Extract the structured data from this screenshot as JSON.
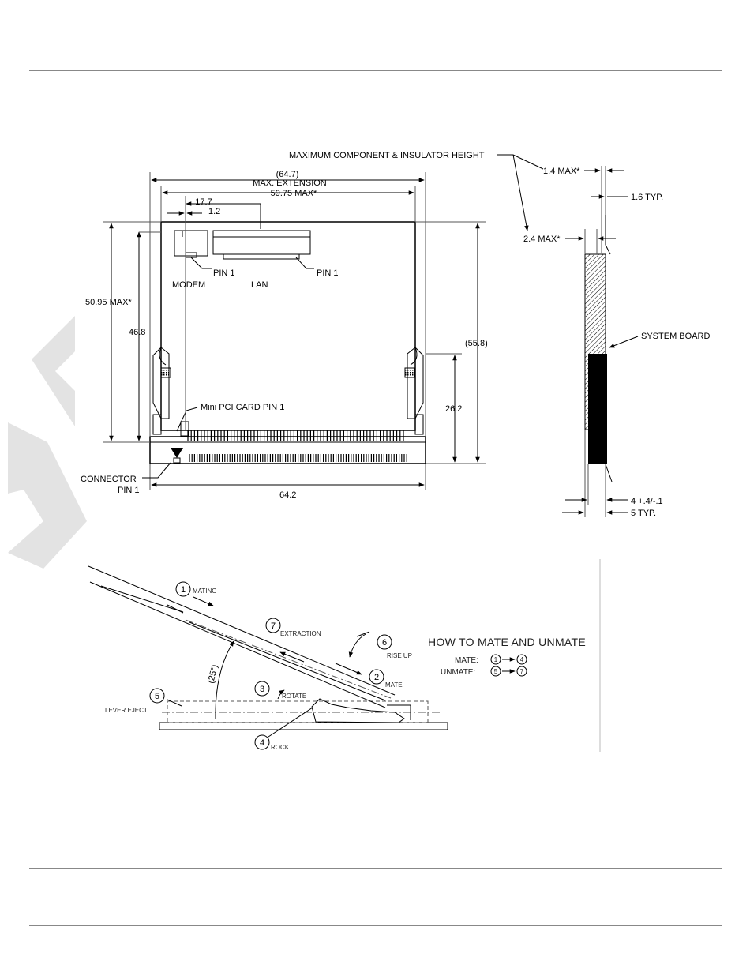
{
  "dimensions": {
    "ext_paren": "(64.7)",
    "max_extension": "MAX. EXTENSION",
    "w_5975": "59.75 MAX*",
    "d_177": "17.7",
    "d_12": "1.2",
    "h_5095": "50.95 MAX*",
    "h_468": "46.8",
    "h_558": "(55.8)",
    "h_262": "26.2",
    "w_642": "64.2"
  },
  "labels": {
    "pin1_modem": "PIN 1",
    "modem": "MODEM",
    "lan": "LAN",
    "pin1_lan": "PIN 1",
    "minipci_pin1": "Mini PCI CARD PIN 1",
    "connector": "CONNECTOR",
    "connector_pin1": "PIN 1"
  },
  "side_view": {
    "max_comp_height": "MAXIMUM COMPONENT & INSULATOR HEIGHT",
    "d_14": "1.4 MAX*",
    "d_16": "1.6 TYP.",
    "d_24": "2.4 MAX*",
    "system_board": "SYSTEM BOARD",
    "d_4": "4 +.4/-.1",
    "d_5": "5 TYP."
  },
  "mating": {
    "n1": "1",
    "mating": "MATING",
    "n7": "7",
    "extraction": "EXTRACTION",
    "n6": "6",
    "rise_up": "RISE UP",
    "n2": "2",
    "mate": "MATE",
    "n3": "3",
    "rotate": "ROTATE",
    "n5": "5",
    "lever_eject": "LEVER EJECT",
    "n4": "4",
    "rock": "ROCK",
    "angle": "(25°)",
    "how_title": "HOW TO MATE AND UNMATE",
    "mate_label": "MATE:",
    "mate_from": "1",
    "mate_to": "4",
    "unmate_label": "UNMATE:",
    "unmate_from": "5",
    "unmate_to": "7"
  }
}
